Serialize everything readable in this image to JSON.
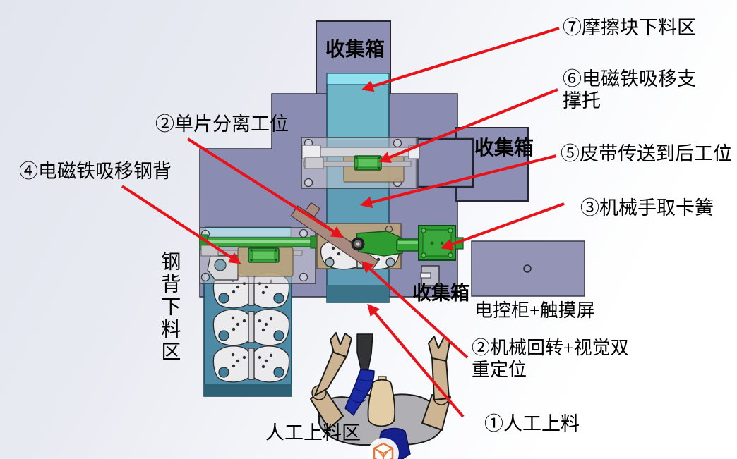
{
  "diagram": {
    "callouts": {
      "friction_unload": "⑦摩擦块下料区",
      "magnet_support_l1": "⑥电磁铁吸移支",
      "magnet_support_l2": "撑托",
      "belt_transfer": "⑤皮带传送到后工位",
      "robot_pick_clip": "③机械手取卡簧",
      "rotate_vision_l1": "②机械回转+视觉双",
      "rotate_vision_l2": "重定位",
      "manual_feed": "①人工上料",
      "single_separation": "②单片分离工位",
      "magnet_steelback": "④电磁铁吸移钢背"
    },
    "areas": {
      "collect_box_top": "收集箱",
      "collect_box_right": "收集箱",
      "collect_box_bottom": "收集箱",
      "control_cabinet": "电控柜+触摸屏",
      "manual_feed_area": "人工上料区",
      "steelback_unload_area": "钢背下料区"
    },
    "colors": {
      "machine_body": "#8b8cb1",
      "collect_box": "#8e8fb4",
      "belt_center": "#5f9db6",
      "belt_cap": "#8fe2f0",
      "belt_left": "#4e8aa6",
      "tan_block": "#b5a182",
      "green_actuator": "#2f9c31",
      "brake_pad": "#ebebed",
      "arrow": "#e8131a",
      "watermark_logo": "#e5793a"
    }
  }
}
